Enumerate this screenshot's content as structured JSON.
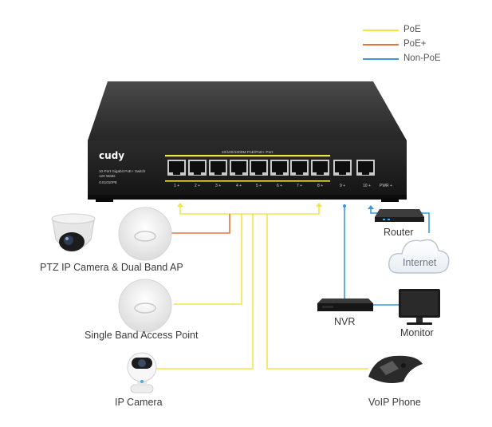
{
  "legend": [
    {
      "label": "PoE",
      "color": "#f2e54a"
    },
    {
      "label": "PoE+",
      "color": "#e8743b"
    },
    {
      "label": "Non-PoE",
      "color": "#3a9ad9"
    }
  ],
  "switch": {
    "brand": "cudy",
    "desc_line1": "10-Port Gigabit PoE+ Switch",
    "desc_line2": "120 Watts",
    "model": "GS1010PE",
    "port_group_label": "10/100/1000M PoE/PoE+ Port",
    "port_labels": [
      "1 +",
      "2 +",
      "3 +",
      "4 +",
      "5 +",
      "6 +",
      "7 +",
      "8 +",
      "9 +",
      "10 +"
    ],
    "pwr_label": "PWR +"
  },
  "devices": {
    "ptz_label": "PTZ IP Camera & Dual Band AP",
    "single_ap_label": "Single Band Access Point",
    "ip_camera_label": "IP Camera",
    "router_label": "Router",
    "internet_label": "Internet",
    "nvr_label": "NVR",
    "monitor_label": "Monitor",
    "voip_label": "VoIP Phone"
  },
  "colors": {
    "poe": "#f2e54a",
    "poe_plus": "#e8743b",
    "non_poe": "#3a9ad9"
  }
}
